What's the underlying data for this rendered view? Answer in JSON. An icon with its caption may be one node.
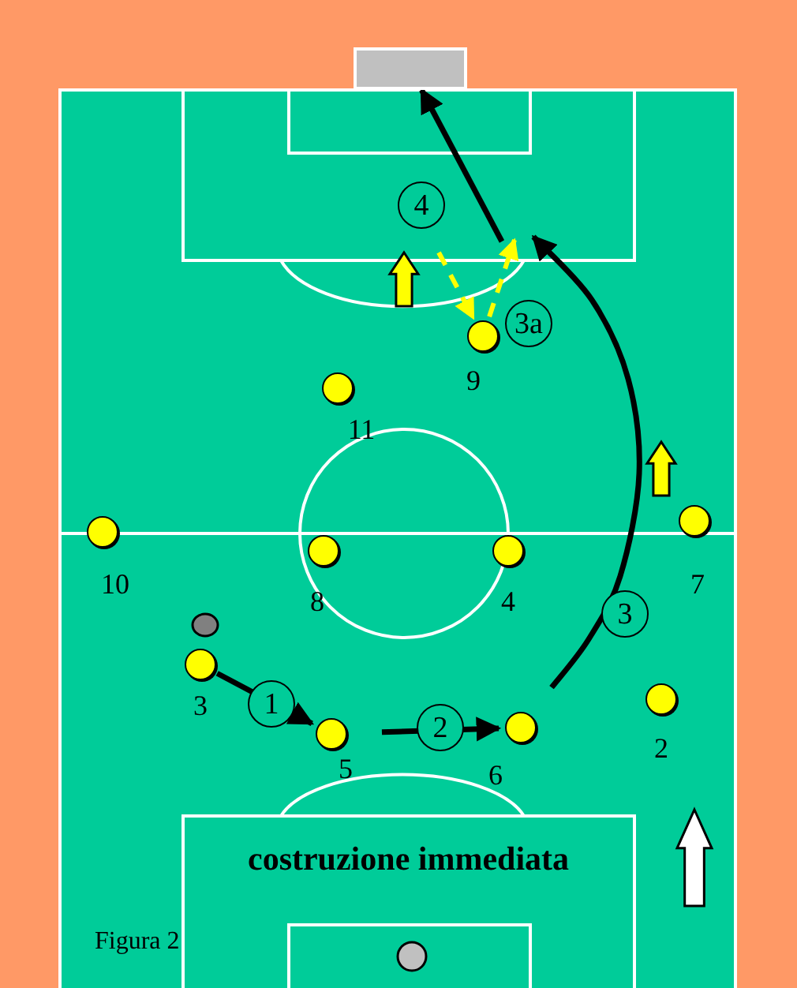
{
  "diagram": {
    "nodes": [
      {
        "text": [],
        "shape": "box"
      },
      {
        "text": [],
        "shape": "circle",
        "beside": [
          "9"
        ]
      },
      {
        "text": [],
        "shape": "circle",
        "beside": [
          "11"
        ]
      },
      {
        "text": [],
        "shape": "circle",
        "beside": [
          "7"
        ]
      },
      {
        "text": [],
        "shape": "circle",
        "beside": [
          "10"
        ]
      },
      {
        "text": [],
        "shape": "circle",
        "beside": [
          "8"
        ]
      },
      {
        "text": [],
        "shape": "circle",
        "beside": [
          "4"
        ]
      },
      {
        "text": [],
        "shape": "circle",
        "beside": [
          "3"
        ]
      },
      {
        "text": [],
        "shape": "circle",
        "beside": [
          "2"
        ]
      },
      {
        "text": [],
        "shape": "circle",
        "beside": [
          "6"
        ]
      },
      {
        "text": [],
        "shape": "circle",
        "beside": [
          "5"
        ]
      }
    ],
    "edges": [
      {
        "from": 7,
        "to": 10,
        "arrow": "to",
        "label": "1"
      },
      {
        "from": 10,
        "to": 9,
        "arrow": "to",
        "label": "2"
      },
      {
        "from": 9,
        "to": null,
        "arrow": "to",
        "label": "3"
      },
      {
        "from": null,
        "to": 0,
        "arrow": "to",
        "label": "4"
      },
      {
        "from": null,
        "to": 1,
        "arrow": "to",
        "style": "dashed",
        "color": "#ffff00"
      },
      {
        "from": 1,
        "to": null,
        "arrow": "to",
        "label": "3a",
        "style": "dashed",
        "color": "#ffff00"
      }
    ],
    "labels": [
      "costruzione immediata",
      "Figura 2"
    ]
  }
}
